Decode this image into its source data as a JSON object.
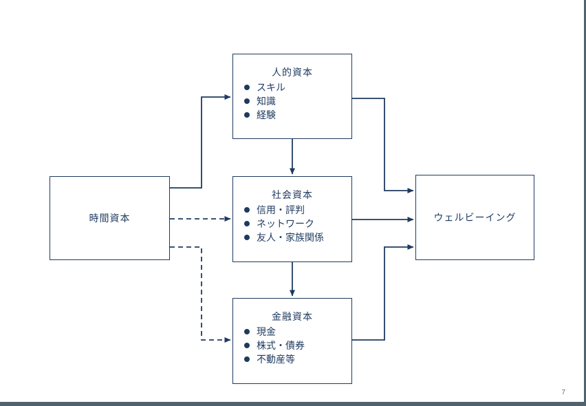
{
  "colors": {
    "navy": "#1e3a5f",
    "slate": "#4f636e",
    "page_number_gray": "#5f6f7c"
  },
  "page": {
    "number": "7"
  },
  "diagram": {
    "time": {
      "title": "時間資本"
    },
    "human": {
      "title": "人的資本",
      "items": [
        "スキル",
        "知識",
        "経験"
      ]
    },
    "social": {
      "title": "社会資本",
      "items": [
        "信用・評判",
        "ネットワーク",
        "友人・家族関係"
      ]
    },
    "financial": {
      "title": "金融資本",
      "items": [
        "現金",
        "株式・債券",
        "不動産等"
      ]
    },
    "wellbeing": {
      "title": "ウェルビーイング"
    }
  }
}
